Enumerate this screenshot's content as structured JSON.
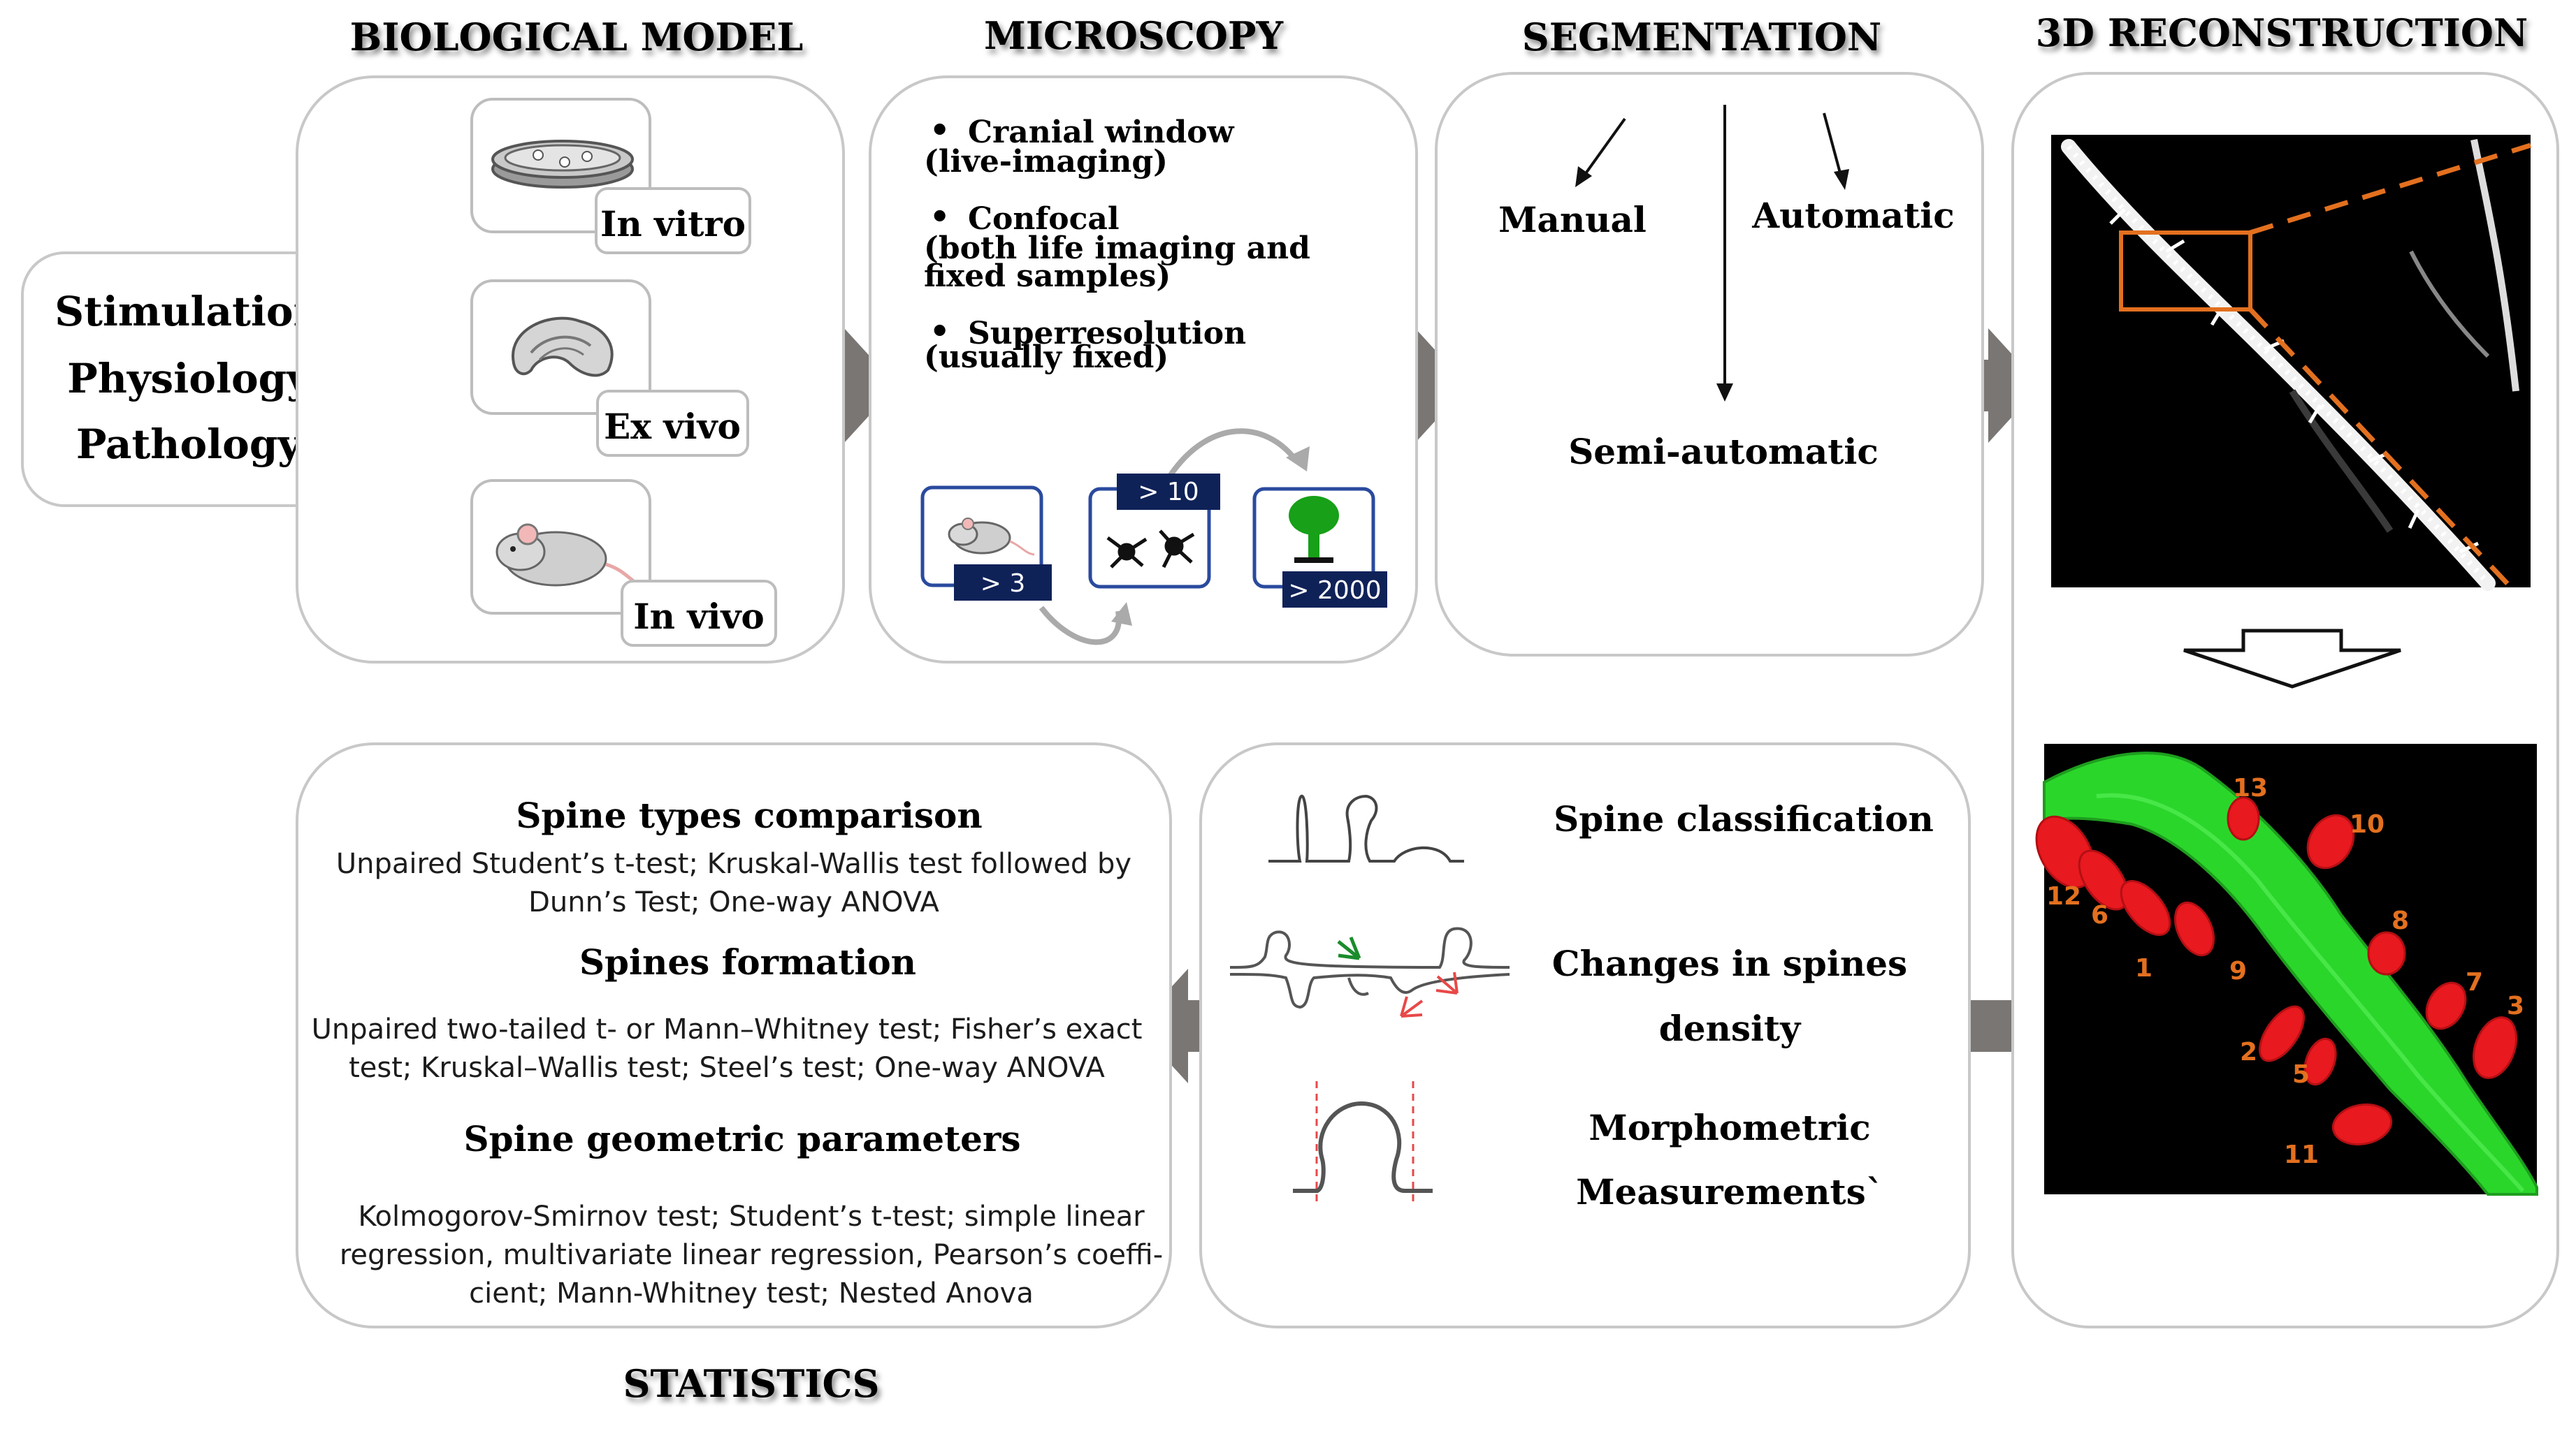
{
  "headers": {
    "biological_model": "BIOLOGICAL MODEL",
    "microscopy": "MICROSCOPY",
    "segmentation": "SEGMENTATION",
    "reconstruction": "3D RECONSTRUCTION",
    "statistics": "STATISTICS"
  },
  "stimulation_box": [
    "Stimulation",
    "Physiology",
    "Pathology"
  ],
  "biological_model": {
    "in_vitro": "In vitro",
    "ex_vivo": "Ex vivo",
    "in_vivo": "In vivo"
  },
  "microscopy": {
    "bullets": [
      {
        "title": "Cranial window",
        "sub": [
          "(live-imaging)"
        ]
      },
      {
        "title": "Confocal",
        "sub": [
          "(both life imaging and",
          "fixed samples)"
        ]
      },
      {
        "title": "Superresolution",
        "sub": [
          "(usually fixed)"
        ]
      }
    ],
    "counts": [
      "> 3",
      "> 10",
      "> 2000"
    ]
  },
  "segmentation": {
    "manual": "Manual",
    "automatic": "Automatic",
    "semi_automatic": "Semi-automatic"
  },
  "reconstruction": {
    "spine_numbers": [
      "1",
      "2",
      "3",
      "5",
      "6",
      "7",
      "8",
      "9",
      "10",
      "11",
      "12",
      "13"
    ]
  },
  "analysis": {
    "spine_classification": "Spine classification",
    "changes_density": [
      "Changes in spines",
      "density"
    ],
    "morphometric": [
      "Morphometric",
      "Measurements`"
    ]
  },
  "statistics": {
    "spine_types_title": "Spine types comparison",
    "spine_types_text": [
      "Unpaired Student’s t-test; Kruskal-Wallis test followed by",
      "Dunn’s Test; One-way ANOVA"
    ],
    "formation_title": "Spines formation",
    "formation_text": [
      "Unpaired two-tailed t- or Mann–Whitney test; Fisher’s exact",
      "test; Kruskal–Wallis test; Steel’s test; One-way ANOVA"
    ],
    "geometric_title": "Spine geometric parameters",
    "geometric_text": [
      "Kolmogorov-Smirnov test; Student’s t-test; simple linear",
      "regression, multivariate linear regression, Pearson’s coeffi-",
      "cient; Mann-Whitney test; Nested Anova"
    ]
  },
  "colors": {
    "arrow_gray": "#7a7674",
    "label_navy": "#0f2258",
    "tree_green": "#17a018",
    "orange": "#e3701f",
    "spine_red": "#e8191f",
    "dendrite_green": "#2bd62b"
  }
}
